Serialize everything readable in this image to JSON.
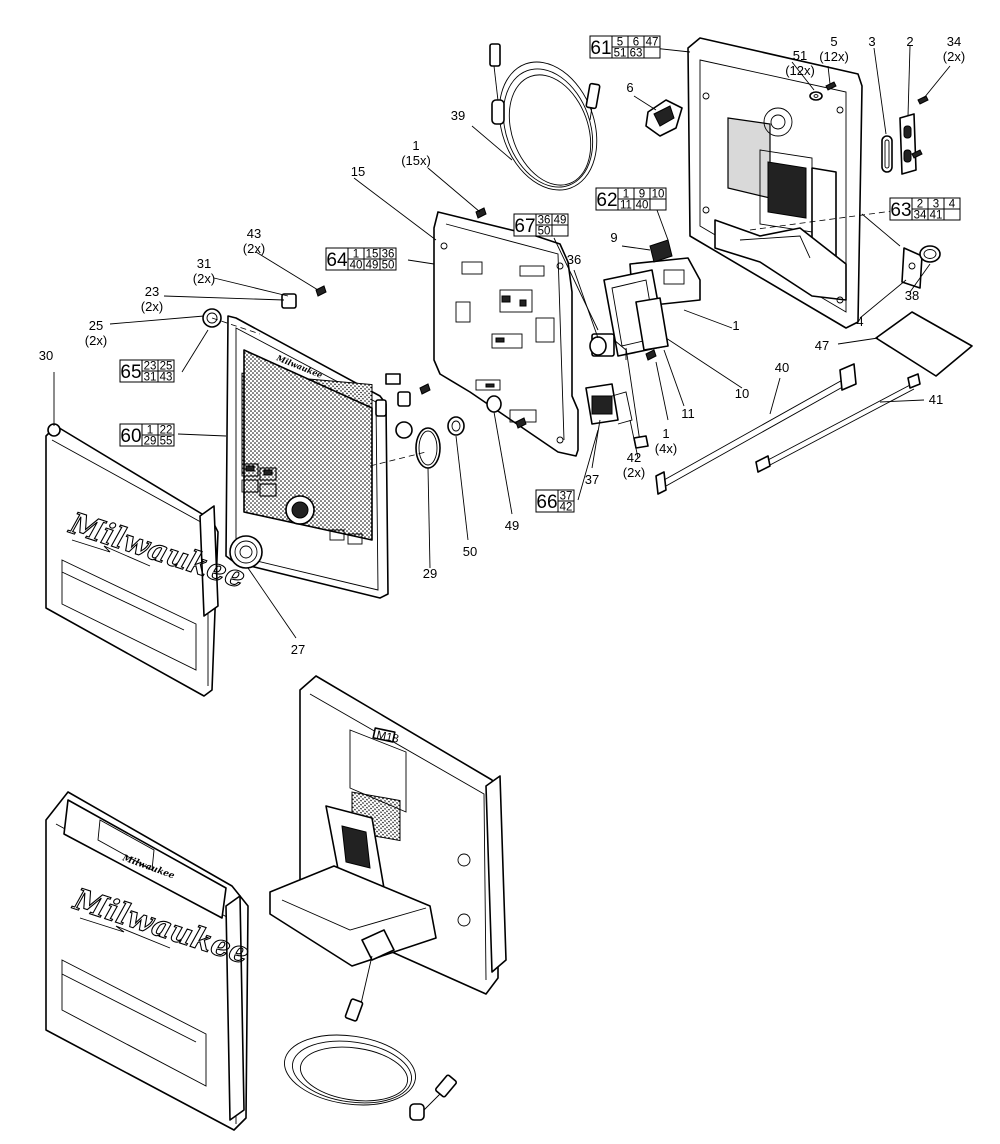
{
  "diagram": {
    "brand_logo": "Milwaukee",
    "device_badge": "M18",
    "callouts": [
      {
        "id": "c30",
        "text": "30"
      },
      {
        "id": "c25",
        "text": "25",
        "qty": "(2x)"
      },
      {
        "id": "c23",
        "text": "23",
        "qty": "(2x)"
      },
      {
        "id": "c31",
        "text": "31",
        "qty": "(2x)"
      },
      {
        "id": "c43",
        "text": "43",
        "qty": "(2x)"
      },
      {
        "id": "c15",
        "text": "15"
      },
      {
        "id": "c1a",
        "text": "1",
        "qty": "(15x)"
      },
      {
        "id": "c39",
        "text": "39"
      },
      {
        "id": "c6",
        "text": "6"
      },
      {
        "id": "c51",
        "text": "51",
        "qty": "(12x)"
      },
      {
        "id": "c5",
        "text": "5",
        "qty": "(12x)"
      },
      {
        "id": "c3",
        "text": "3"
      },
      {
        "id": "c2",
        "text": "2"
      },
      {
        "id": "c34",
        "text": "34",
        "qty": "(2x)"
      },
      {
        "id": "c9",
        "text": "9"
      },
      {
        "id": "c36",
        "text": "36"
      },
      {
        "id": "c1b",
        "text": "1"
      },
      {
        "id": "c10",
        "text": "10"
      },
      {
        "id": "c11",
        "text": "11"
      },
      {
        "id": "c38",
        "text": "38"
      },
      {
        "id": "c4",
        "text": "4"
      },
      {
        "id": "c47",
        "text": "47"
      },
      {
        "id": "c40",
        "text": "40"
      },
      {
        "id": "c41",
        "text": "41"
      },
      {
        "id": "c1c",
        "text": "1",
        "qty": "(4x)"
      },
      {
        "id": "c42",
        "text": "42",
        "qty": "(2x)"
      },
      {
        "id": "c37",
        "text": "37"
      },
      {
        "id": "c49",
        "text": "49"
      },
      {
        "id": "c50",
        "text": "50"
      },
      {
        "id": "c29",
        "text": "29"
      },
      {
        "id": "c27",
        "text": "27"
      }
    ],
    "kits": [
      {
        "id": "k61",
        "number": "61",
        "row1": [
          "5",
          "6",
          "47"
        ],
        "row2": [
          "51",
          "63",
          ""
        ]
      },
      {
        "id": "k62",
        "number": "62",
        "row1": [
          "1",
          "9",
          "10"
        ],
        "row2": [
          "11",
          "40",
          ""
        ]
      },
      {
        "id": "k63",
        "number": "63",
        "row1": [
          "2",
          "3",
          "4"
        ],
        "row2": [
          "34",
          "41",
          ""
        ]
      },
      {
        "id": "k64",
        "number": "64",
        "row1": [
          "1",
          "15",
          "36"
        ],
        "row2": [
          "40",
          "49",
          "50"
        ]
      },
      {
        "id": "k67",
        "number": "67",
        "row1": [
          "36",
          "49"
        ],
        "row2": [
          "50",
          ""
        ]
      },
      {
        "id": "k65",
        "number": "65",
        "row1": [
          "23",
          "25"
        ],
        "row2": [
          "31",
          "43"
        ]
      },
      {
        "id": "k60",
        "number": "60",
        "row1": [
          "1",
          "22"
        ],
        "row2": [
          "29",
          "55"
        ]
      },
      {
        "id": "k66",
        "number": "66",
        "row1": [
          "37"
        ],
        "row2": [
          "42"
        ]
      }
    ]
  }
}
